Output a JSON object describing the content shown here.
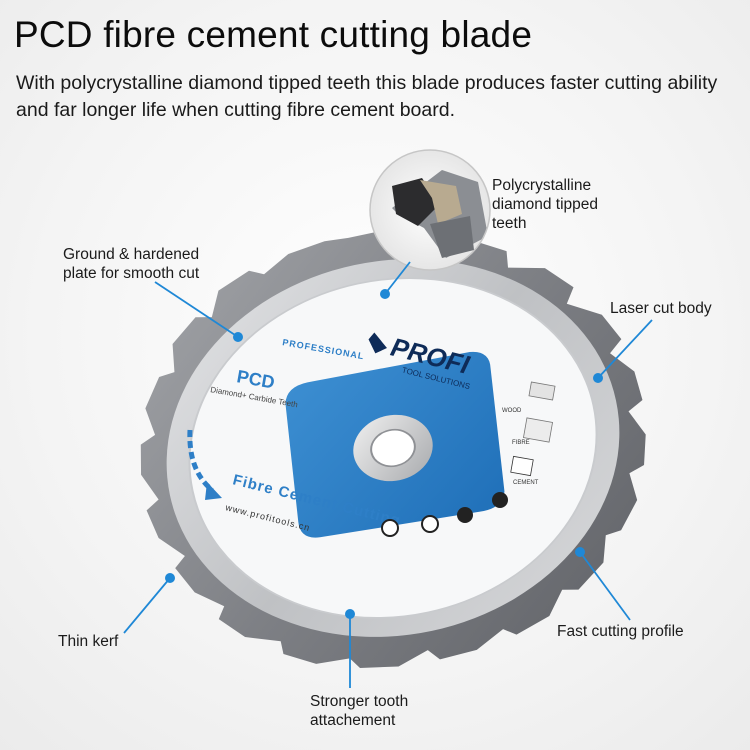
{
  "heading": {
    "title": "PCD fibre cement cutting blade",
    "description": "With polycrystalline diamond tipped teeth this blade produces faster cutting ability and far longer life when cutting fibre cement board."
  },
  "callouts": {
    "pcd_teeth": "Polycrystalline diamond tipped teeth",
    "ground_plate": "Ground & hardened plate for smooth cut",
    "laser_body": "Laser cut body",
    "thin_kerf": "Thin kerf",
    "fast_profile": "Fast cutting profile",
    "tooth_attachment": "Stronger tooth attachement"
  },
  "blade_label": {
    "brand": "PROFI",
    "brand_sub": "TOOL SOLUTIONS",
    "tier": "PROFESSIONAL",
    "type": "PCD",
    "composition": "Diamond+ Carbide Teeth",
    "application": "Fibre Cement Cutting",
    "website": "www.profitools.cn",
    "material_wood": "WOOD",
    "material_fibre": "FIBRE",
    "material_cement": "CEMENT"
  },
  "colors": {
    "accent_blue": "#1f88d6",
    "label_blue": "#2e7fc7",
    "blade_steel": "#8a8c90"
  }
}
